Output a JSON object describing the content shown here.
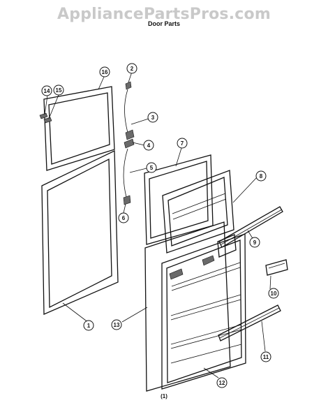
{
  "watermark": "AppliancePartsPros.com",
  "title": "Door Parts",
  "figure_label": "(1)",
  "callouts": [
    {
      "id": "callout-1",
      "label": "1"
    },
    {
      "id": "callout-2",
      "label": "2"
    },
    {
      "id": "callout-3",
      "label": "3"
    },
    {
      "id": "callout-4",
      "label": "4"
    },
    {
      "id": "callout-5",
      "label": "5"
    },
    {
      "id": "callout-6",
      "label": "6"
    },
    {
      "id": "callout-7",
      "label": "7"
    },
    {
      "id": "callout-8",
      "label": "8"
    },
    {
      "id": "callout-9",
      "label": "9"
    },
    {
      "id": "callout-10",
      "label": "10"
    },
    {
      "id": "callout-11",
      "label": "11"
    },
    {
      "id": "callout-12",
      "label": "12"
    },
    {
      "id": "callout-13",
      "label": "13"
    },
    {
      "id": "callout-14",
      "label": "14"
    },
    {
      "id": "callout-15",
      "label": "15"
    },
    {
      "id": "callout-16",
      "label": "16"
    }
  ]
}
